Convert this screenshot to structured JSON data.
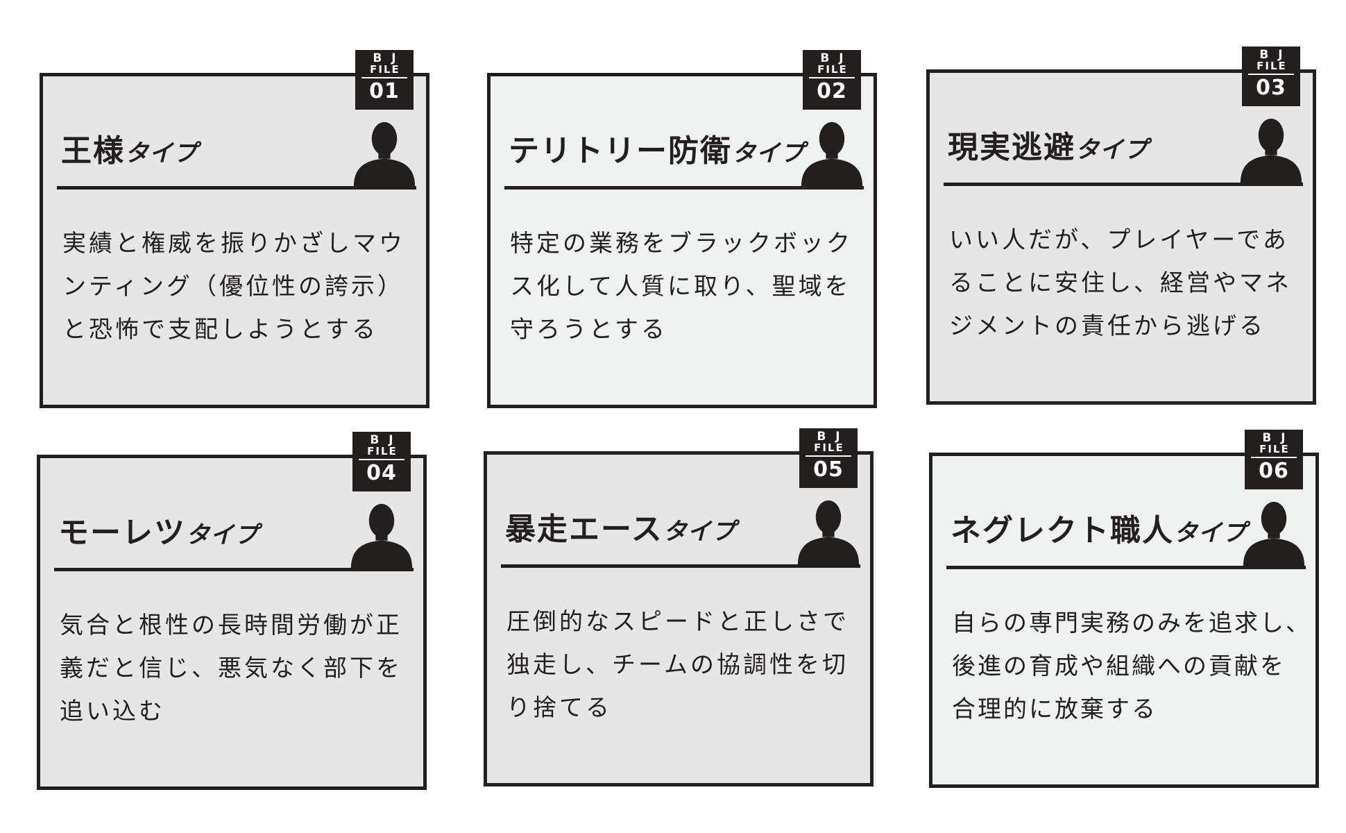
{
  "cards": [
    {
      "badge": {
        "bj": "B J",
        "file": "FILE",
        "number": "01"
      },
      "title": "王様",
      "suffix": "タイプ",
      "description": [
        "実績と権威を振りかざしマウ",
        "ンティング（優位性の誇示）",
        "と恐怖で支配しようとする"
      ]
    },
    {
      "badge": {
        "bj": "B J",
        "file": "FILE",
        "number": "02"
      },
      "title": "テリトリー防衛",
      "suffix": "タイプ",
      "description": [
        "特定の業務をブラックボック",
        "ス化して人質に取り、聖域を",
        "守ろうとする"
      ]
    },
    {
      "badge": {
        "bj": "B J",
        "file": "FILE",
        "number": "03"
      },
      "title": "現実逃避",
      "suffix": "タイプ",
      "description": [
        "いい人だが、プレイヤーであ",
        "ることに安住し、経営やマネ",
        "ジメントの責任から逃げる"
      ]
    },
    {
      "badge": {
        "bj": "B J",
        "file": "FILE",
        "number": "04"
      },
      "title": "モーレツ",
      "suffix": "タイプ",
      "description": [
        "気合と根性の長時間労働が正",
        "義だと信じ、悪気なく部下を",
        "追い込む"
      ]
    },
    {
      "badge": {
        "bj": "B J",
        "file": "FILE",
        "number": "05"
      },
      "title": "暴走エース",
      "suffix": "タイプ",
      "description": [
        "圧倒的なスピードと正しさで",
        "独走し、チームの協調性を切",
        "り捨てる"
      ]
    },
    {
      "badge": {
        "bj": "B J",
        "file": "FILE",
        "number": "06"
      },
      "title": "ネグレクト職人",
      "suffix": "タイプ",
      "description": [
        "自らの専門実務のみを追求し、",
        "後進の育成や組織への貢献を",
        "合理的に放棄する"
      ]
    }
  ],
  "colors": {
    "ink": "#231f1f",
    "card_gray": "#e6e6e6",
    "card_pale": "#f0f1f1",
    "badge_text": "#ffffff"
  },
  "icons": [
    "person-silhouette-icon"
  ]
}
